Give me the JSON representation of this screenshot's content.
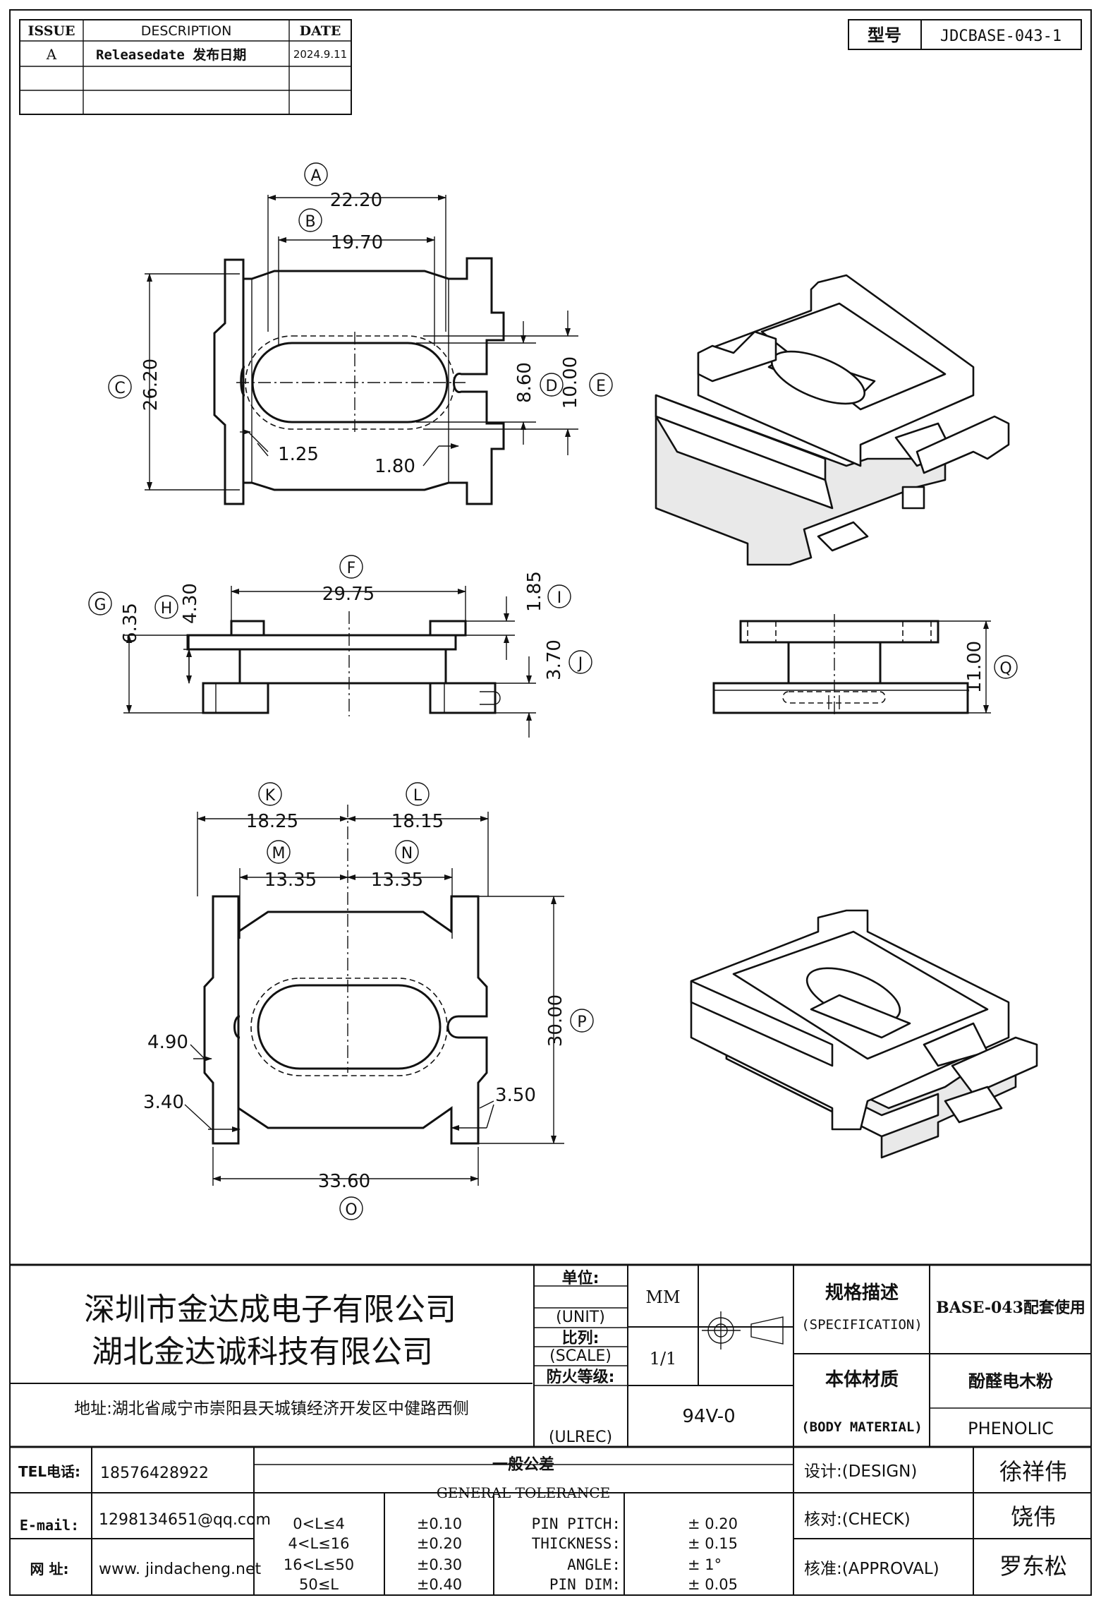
{
  "revision_table": {
    "headers": [
      "ISSUE",
      "DESCRIPTION",
      "DATE"
    ],
    "rows": [
      [
        "A",
        "Releasedate 发布日期",
        "2024.9.11"
      ]
    ]
  },
  "model": {
    "label": "型号",
    "value": "JDCBASE-043-1"
  },
  "views": {
    "top": {
      "dims": [
        "22.20",
        "19.70",
        "26.20",
        "8.60",
        "10.00",
        "1.25",
        "1.80"
      ],
      "refs": [
        "A",
        "B",
        "C",
        "D",
        "E"
      ]
    },
    "side": {
      "dims": [
        "29.75",
        "6.35",
        "4.30",
        "1.85",
        "3.70"
      ],
      "refs": [
        "F",
        "G",
        "H",
        "I",
        "J"
      ]
    },
    "end": {
      "dims": [
        "11.00"
      ],
      "refs": [
        "Q"
      ]
    },
    "bottom": {
      "dims": [
        "18.25",
        "18.15",
        "13.35",
        "13.35",
        "30.00",
        "4.90",
        "3.40",
        "3.50",
        "33.60"
      ],
      "refs": [
        "K",
        "L",
        "M",
        "N",
        "P",
        "O"
      ]
    }
  },
  "title_block": {
    "company_cn_1": "深圳市金达成电子有限公司",
    "company_cn_2": "湖北金达诚科技有限公司",
    "address": "地址:湖北省咸宁市崇阳县天城镇经济开发区中健路西侧",
    "unit_label_cn": "单位:",
    "unit_label_en": "(UNIT)",
    "unit_value": "MM",
    "scale_label_cn": "比列:",
    "scale_label_en": "(SCALE)",
    "scale_value": "1/1",
    "ul_label_cn": "防火等级:",
    "ul_label_en": "(ULREC)",
    "ul_value": "94V-0",
    "spec_label_cn": "规格描述",
    "spec_label_en": "(SPECIFICATION)",
    "spec_value": "BASE-043配套使用",
    "material_label_cn": "本体材质",
    "material_label_en": "(BODY MATERIAL)",
    "material_value_cn": "酚醛电木粉",
    "material_value_en": "PHENOLIC",
    "tel_label": "TEL电话:",
    "tel_value": "18576428922",
    "email_label": "E-mail:",
    "email_value": "1298134651@qq.com",
    "web_label": "网  址:",
    "web_value": "www. jindacheng.net",
    "tolerance_title_cn": "一般公差",
    "tolerance_title_en": "GENERAL TOLERANCE",
    "tolerance_rows": [
      {
        "range": "0<L≤4",
        "tol": "±0.10",
        "name": "PIN PITCH:",
        "val": "± 0.20"
      },
      {
        "range": "4<L≤16",
        "tol": "±0.20",
        "name": "THICKNESS:",
        "val": "± 0.15"
      },
      {
        "range": "16<L≤50",
        "tol": "±0.30",
        "name": "ANGLE:",
        "val": "± 1°"
      },
      {
        "range": "50≤L",
        "tol": "±0.40",
        "name": "PIN DIM:",
        "val": "± 0.05"
      }
    ],
    "design_label": "设计:(DESIGN)",
    "design_value": "徐祥伟",
    "check_label": "核对:(CHECK)",
    "check_value": "饶伟",
    "approval_label": "核准:(APPROVAL)",
    "approval_value": "罗东松"
  }
}
